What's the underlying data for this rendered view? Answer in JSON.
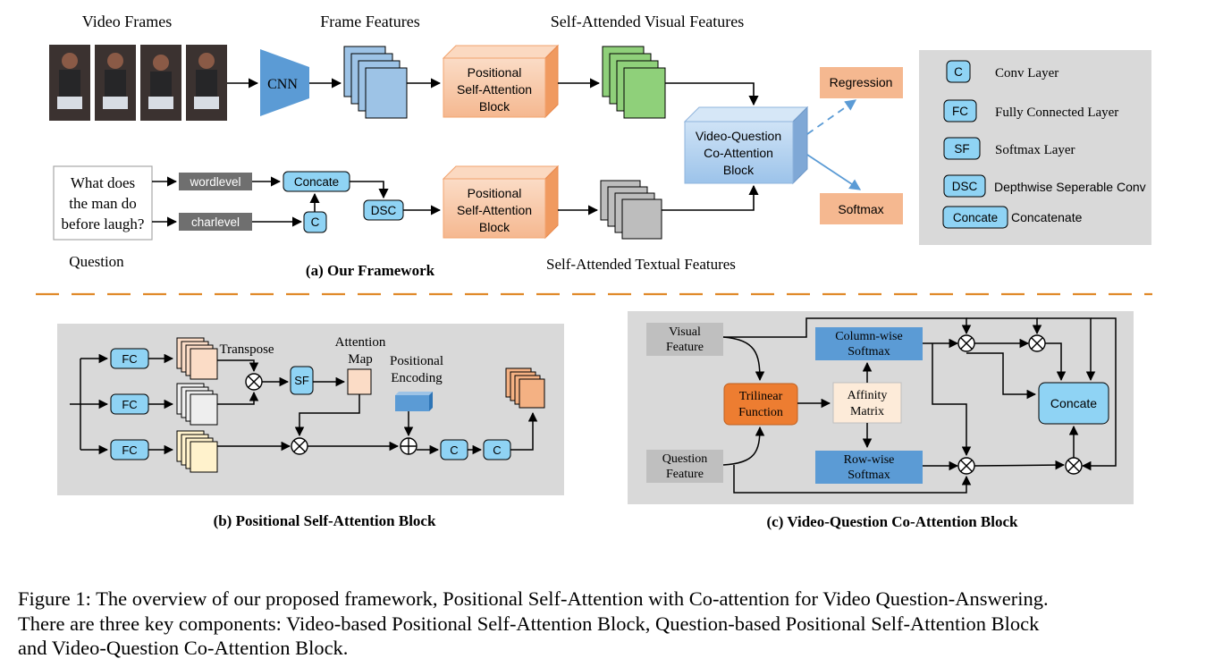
{
  "panel_a": {
    "video_frames_label": "Video Frames",
    "frame_features_label": "Frame Features",
    "self_attended_visual_label": "Self-Attended Visual Features",
    "cnn_label": "CNN",
    "psa_top": [
      "Positional",
      "Self-Attention",
      "Block"
    ],
    "psa_bottom": [
      "Positional",
      "Self-Attention",
      "Block"
    ],
    "vqca": [
      "Video-Question",
      "Co-Attention",
      "Block"
    ],
    "regression_label": "Regression",
    "softmax_label": "Softmax",
    "question_text": [
      "What does",
      "the man do",
      "before laugh?"
    ],
    "question_label": "Question",
    "wordlevel_label": "wordlevel",
    "charlevel_label": "charlevel",
    "concate_label": "Concate",
    "conv_label": "C",
    "dsc_label": "DSC",
    "self_attended_textual_label": "Self-Attended Textual Features",
    "subtitle": "(a) Our Framework"
  },
  "legend": [
    {
      "key": "C",
      "desc": "Conv Layer"
    },
    {
      "key": "FC",
      "desc": "Fully Connected Layer"
    },
    {
      "key": "SF",
      "desc": "Softmax Layer"
    },
    {
      "key": "DSC",
      "desc": "Depthwise Seperable Conv"
    },
    {
      "key": "Concate",
      "desc": "Concatenate"
    }
  ],
  "panel_b": {
    "fc_labels": [
      "FC",
      "FC",
      "FC"
    ],
    "transpose_label": "Transpose",
    "sf_label": "SF",
    "attention_map_label": [
      "Attention",
      "Map"
    ],
    "positional_encoding_label": [
      "Positional",
      "Encoding"
    ],
    "conv_labels": [
      "C",
      "C"
    ],
    "subtitle": "(b) Positional Self-Attention Block"
  },
  "panel_c": {
    "visual_feature": [
      "Visual",
      "Feature"
    ],
    "question_feature": [
      "Question",
      "Feature"
    ],
    "trilinear": [
      "Trilinear",
      "Function"
    ],
    "affinity": [
      "Affinity",
      "Matrix"
    ],
    "column_softmax": [
      "Column-wise",
      "Softmax"
    ],
    "row_softmax": [
      "Row-wise",
      "Softmax"
    ],
    "concate_label": "Concate",
    "subtitle": "(c) Video-Question Co-Attention Block"
  },
  "caption": {
    "line1": "Figure 1: The overview of our proposed framework, Positional Self-Attention with Co-attention for Video Question-Answering.",
    "line2": "There are three key components: Video-based Positional Self-Attention Block, Question-based Positional Self-Attention Block",
    "line3": "and Video-Question Co-Attention Block."
  },
  "colors": {
    "light_blue": "#8fd3f4",
    "orange": "#f5b88f",
    "green": "#8fd07a",
    "gray_bar": "#6f6f6f",
    "panel_bg": "#d9d9d9",
    "dashed_line": "#e08a2a",
    "dashed_arrow": "#5b9bd5"
  }
}
